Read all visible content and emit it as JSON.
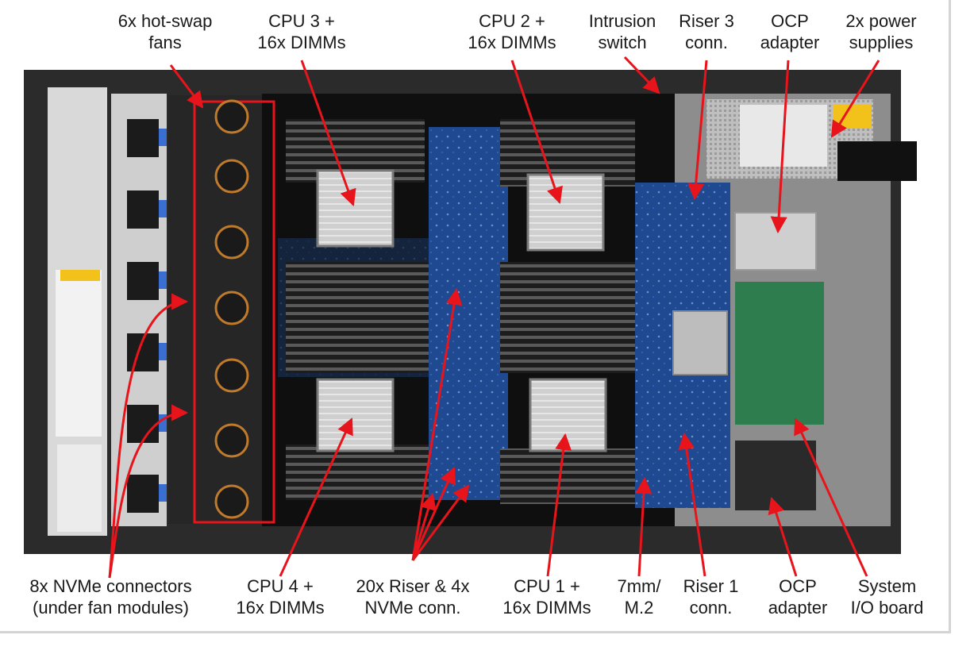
{
  "callouts": {
    "fans": [
      "6x hot-swap",
      "fans"
    ],
    "cpu3": [
      "CPU 3 +",
      "16x DIMMs"
    ],
    "cpu2": [
      "CPU 2 +",
      "16x DIMMs"
    ],
    "intrusion": [
      "Intrusion",
      "switch"
    ],
    "riser3": [
      "Riser 3",
      "conn."
    ],
    "ocp_top": [
      "OCP",
      "adapter"
    ],
    "psu": [
      "2x power",
      "supplies"
    ],
    "nvme": [
      "8x NVMe connectors",
      "(under fan modules)"
    ],
    "cpu4": [
      "CPU 4 +",
      "16x DIMMs"
    ],
    "riser_nvme": [
      "20x Riser & 4x",
      "NVMe conn."
    ],
    "cpu1": [
      "CPU 1 +",
      "16x DIMMs"
    ],
    "m2": [
      "7mm/",
      "M.2"
    ],
    "riser1": [
      "Riser 1",
      "conn."
    ],
    "ocp_bottom": [
      "OCP",
      "adapter"
    ],
    "sysio": [
      "System",
      "I/O board"
    ]
  },
  "colors": {
    "arrow": "#e8141b",
    "board": "#1c3f82",
    "chassis": "#2a2a2a"
  }
}
